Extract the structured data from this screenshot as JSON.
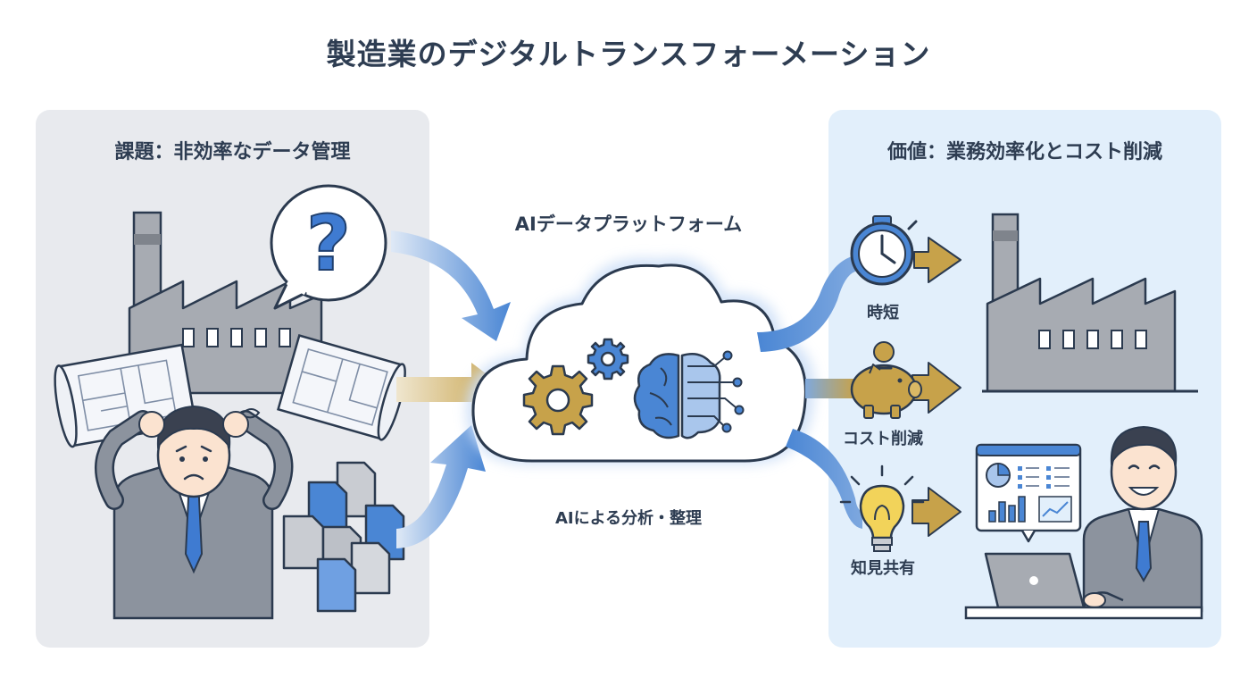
{
  "title": "製造業のデジタルトランスフォーメーション",
  "left_panel": {
    "heading": "課題：非効率なデータ管理",
    "question_mark": "?"
  },
  "center": {
    "platform_label": "AIデータプラットフォーム",
    "analysis_label": "AIによる分析・整理"
  },
  "right_panel": {
    "heading": "価値：業務効率化とコスト削減",
    "benefits": [
      {
        "label": "時短"
      },
      {
        "label": "コスト削減"
      },
      {
        "label": "知見共有"
      }
    ]
  },
  "colors": {
    "blue_arrow": "#4a86d4",
    "gold_arrow": "#c7a24a",
    "factory_gray": "#9ea3ab",
    "left_panel_bg": "#e8eaee",
    "right_panel_bg": "#e2effb",
    "outline": "#2b3a4f"
  },
  "icons": [
    "factory-icon",
    "speech-bubble-icon",
    "blueprint-icon",
    "document-icon",
    "worried-person-icon",
    "cloud-icon",
    "gear-icon",
    "brain-circuit-icon",
    "stopwatch-icon",
    "piggy-bank-icon",
    "lightbulb-icon",
    "dashboard-icon",
    "laptop-icon",
    "happy-person-icon"
  ]
}
